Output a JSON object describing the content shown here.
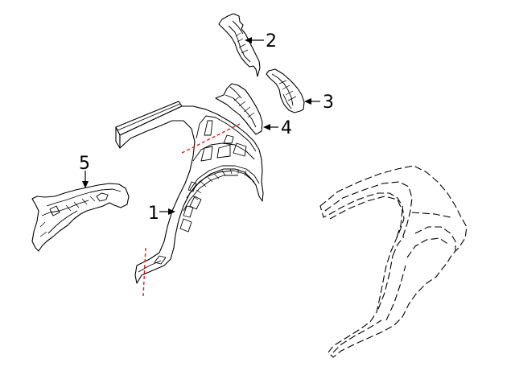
{
  "callouts": [
    {
      "id": "1",
      "label": "1"
    },
    {
      "id": "2",
      "label": "2"
    },
    {
      "id": "3",
      "label": "3"
    },
    {
      "id": "4",
      "label": "4"
    },
    {
      "id": "5",
      "label": "5"
    }
  ],
  "colors": {
    "line": "#000000",
    "cut_line": "#e0201c",
    "background": "#ffffff"
  }
}
